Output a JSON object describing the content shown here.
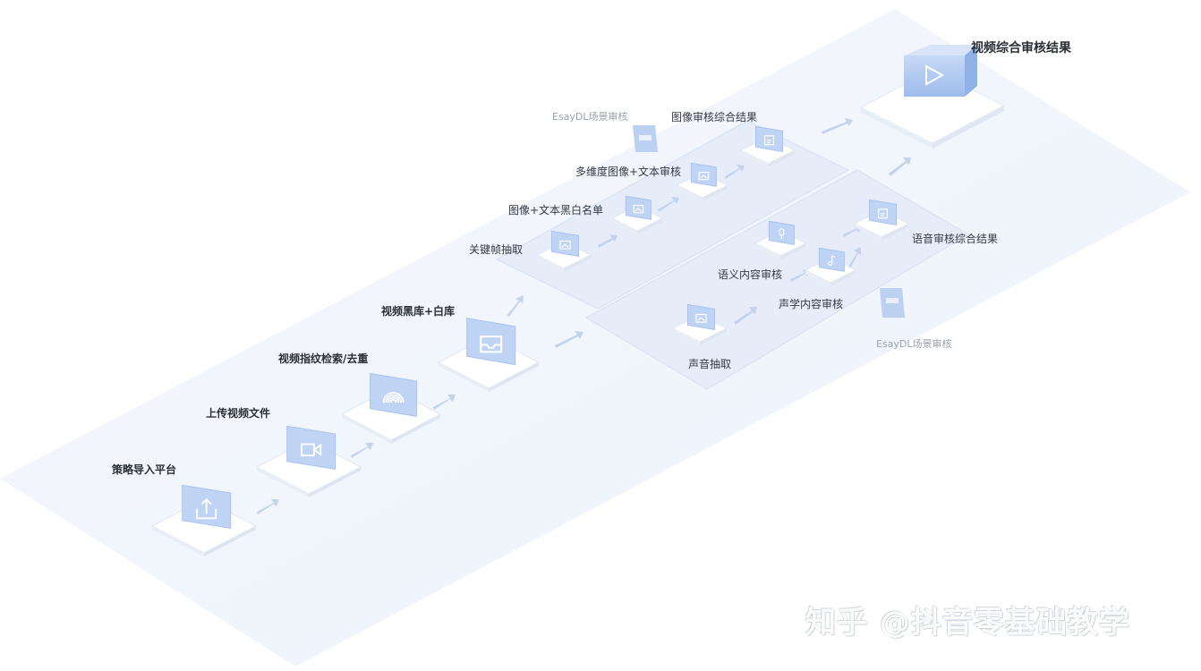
{
  "labels": {
    "final_result": "视频综合审核结果",
    "easydl_top": "EsayDL场景审核",
    "image_result": "图像审核综合结果",
    "multi_dim": "多维度图像+文本审核",
    "blacklist_img": "图像+文本黑白名单",
    "keyframe": "关键帧抽取",
    "voice_result": "语音审核综合结果",
    "semantic": "语义内容审核",
    "acoustic": "声学内容审核",
    "easydl_bottom": "EsayDL场景审核",
    "sound_extract": "声音抽取",
    "video_blacklist": "视频黑库+白库",
    "fingerprint": "视频指纹检索/去重",
    "upload": "上传视频文件",
    "strategy": "策略导入平台"
  },
  "watermark": "知乎 @抖音零基础教学",
  "colors": {
    "platform": "#eef3fb",
    "panel": "#e4ecf9",
    "tile": "#ffffff",
    "icon": "#bfd3f5",
    "icon_dark": "#a9c3ef",
    "arrow": "#c3d3ec"
  },
  "icons": [
    "upload-icon",
    "video-camera-icon",
    "fingerprint-icon",
    "inbox-icon",
    "image-icon",
    "microphone-icon",
    "music-note-icon",
    "result-document-icon",
    "play-icon"
  ]
}
